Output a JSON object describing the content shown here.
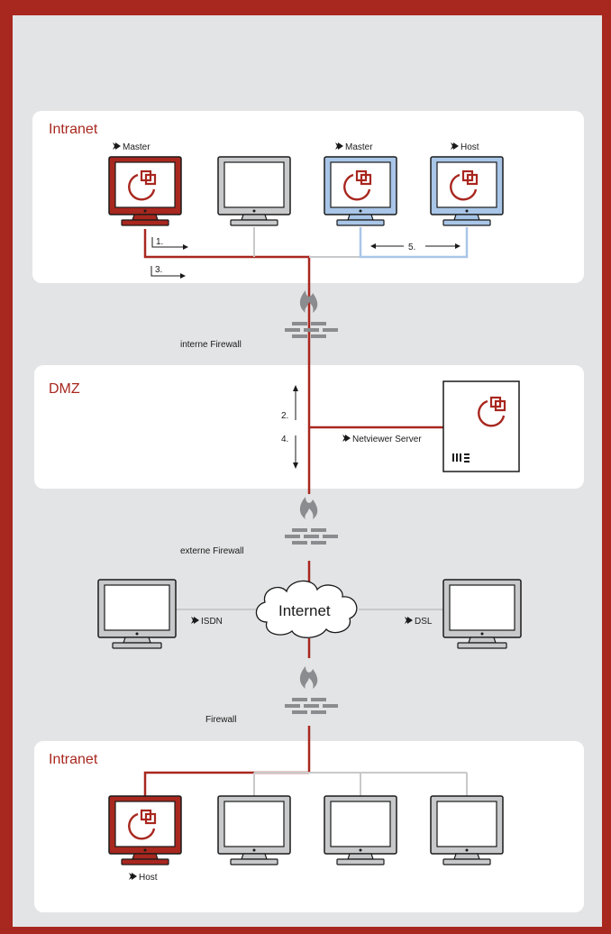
{
  "colors": {
    "frame": "#a8271f",
    "background": "#e3e4e5",
    "panel": "#ffffff",
    "accent_red": "#a8271f",
    "line_gray": "#c8c9cb",
    "accent_blue": "#a9c6e8",
    "firewall_gray": "#8a8c8f"
  },
  "zones": {
    "intranet_top": "Intranet",
    "dmz": "DMZ",
    "intranet_bottom": "Intranet"
  },
  "roles": {
    "master_1": "Master",
    "master_2": "Master",
    "host_top": "Host",
    "netviewer_server": "Netviewer Server",
    "isdn": "ISDN",
    "dsl": "DSL",
    "host_bottom": "Host"
  },
  "steps": {
    "step1": "1.",
    "step2": "2.",
    "step3": "3.",
    "step4": "4.",
    "step5": "5."
  },
  "firewalls": {
    "internal": "interne Firewall",
    "external": "externe Firewall",
    "client": "Firewall"
  },
  "cloud": "Internet",
  "icons": [
    "netviewer-logo-icon",
    "monitor-icon",
    "firewall-flame-icon",
    "brick-wall-icon",
    "server-icon",
    "cloud-icon",
    "chevron-right-icon"
  ]
}
